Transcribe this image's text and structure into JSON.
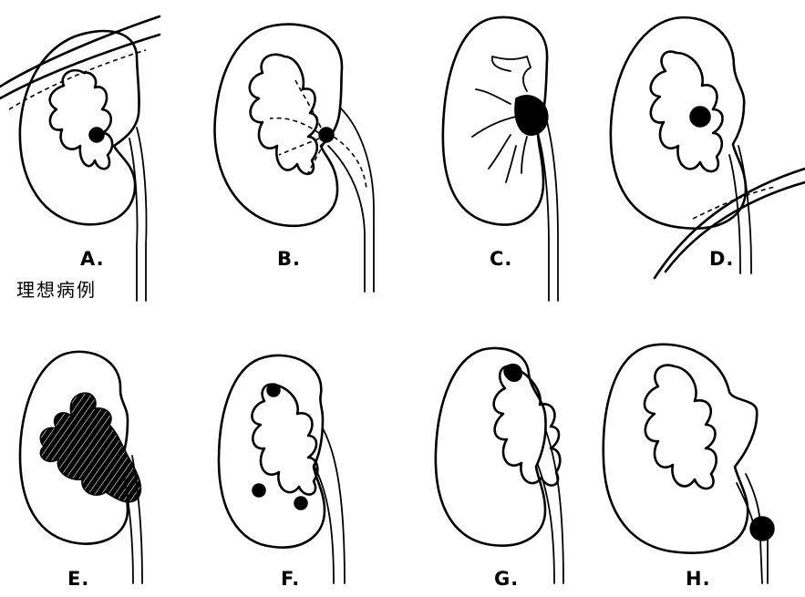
{
  "panels": [
    {
      "id": "A",
      "label": "A.",
      "note": "理想病例"
    },
    {
      "id": "B",
      "label": "B."
    },
    {
      "id": "C",
      "label": "C."
    },
    {
      "id": "D",
      "label": "D."
    },
    {
      "id": "E",
      "label": "E."
    },
    {
      "id": "F",
      "label": "F."
    },
    {
      "id": "G",
      "label": "G."
    },
    {
      "id": "H",
      "label": "H."
    }
  ]
}
